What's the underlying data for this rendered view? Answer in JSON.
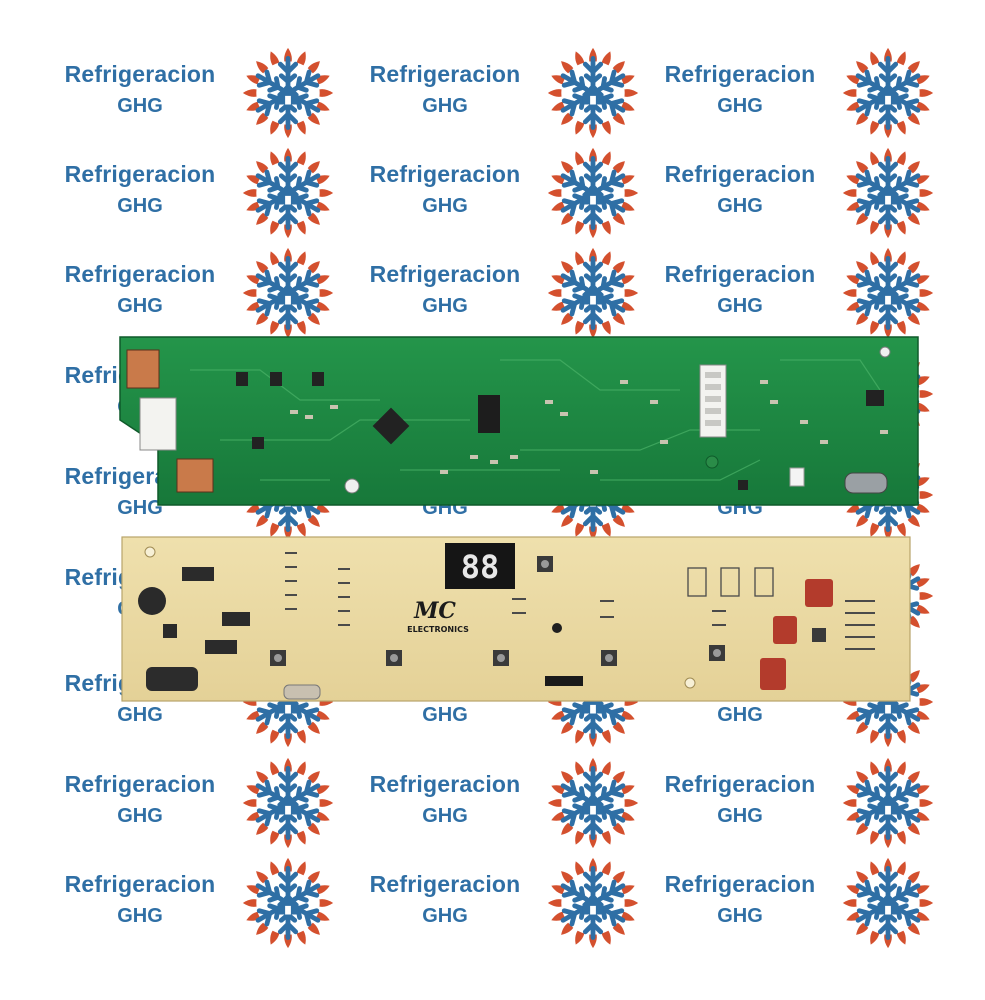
{
  "watermark": {
    "line1": "Refrigeracion",
    "line2": "GHG",
    "logo_icon": "snowflake-sun-logo-icon",
    "text_color": "#2f6fa5",
    "logo_blue": "#2f6fa5",
    "logo_red": "#d4502e"
  },
  "photo": {
    "green_board_color": "#1f8a3a",
    "beige_board_color": "#e9d9a5",
    "display_digits": "88",
    "board_brand_logo": "MC",
    "board_brand_text": "ELECTRONICS"
  }
}
